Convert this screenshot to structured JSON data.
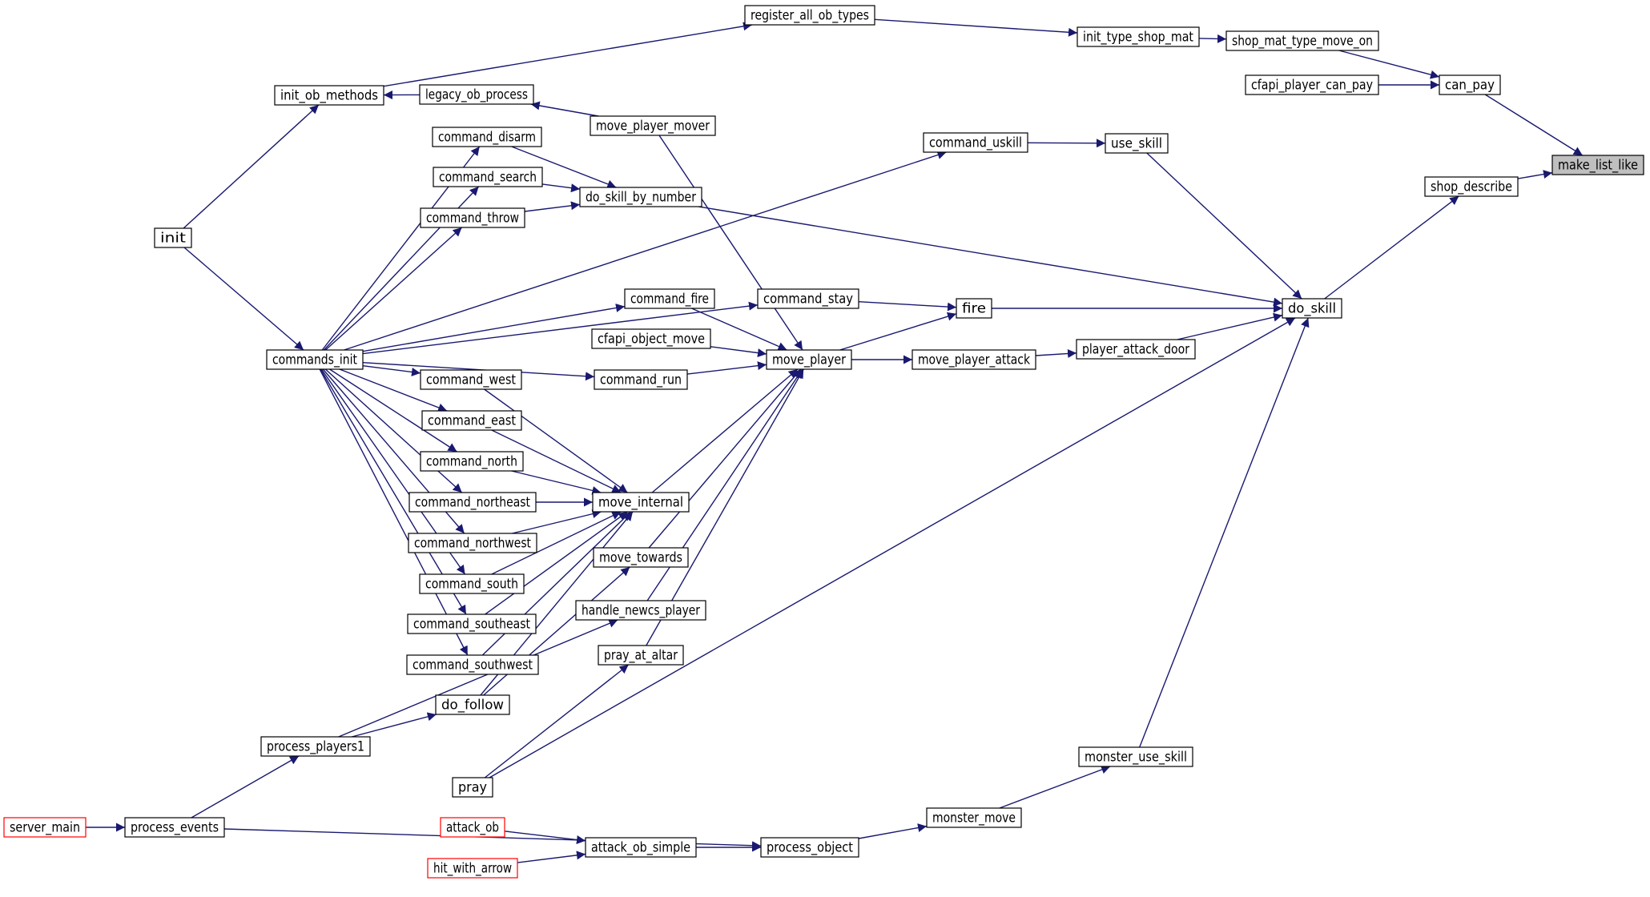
{
  "colors": {
    "edge": "#191970",
    "node_border": "#000000",
    "node_fill": "#ffffff",
    "root_fill": "#bfbfbf",
    "external_border": "#ff0000"
  },
  "nodes": [
    {
      "id": "make_list_like",
      "label": "make_list_like",
      "kind": "root"
    },
    {
      "id": "can_pay",
      "label": "can_pay",
      "kind": "normal"
    },
    {
      "id": "shop_describe",
      "label": "shop_describe",
      "kind": "normal"
    },
    {
      "id": "shop_mat_type_move_on",
      "label": "shop_mat_type_move_on",
      "kind": "normal"
    },
    {
      "id": "cfapi_player_can_pay",
      "label": "cfapi_player_can_pay",
      "kind": "normal"
    },
    {
      "id": "init_type_shop_mat",
      "label": "init_type_shop_mat",
      "kind": "normal"
    },
    {
      "id": "register_all_ob_types",
      "label": "register_all_ob_types",
      "kind": "normal"
    },
    {
      "id": "init_ob_methods",
      "label": "init_ob_methods",
      "kind": "normal"
    },
    {
      "id": "legacy_ob_process",
      "label": "legacy_ob_process",
      "kind": "normal"
    },
    {
      "id": "init",
      "label": "init",
      "kind": "normal"
    },
    {
      "id": "commands_init",
      "label": "commands_init",
      "kind": "normal"
    },
    {
      "id": "do_skill",
      "label": "do_skill",
      "kind": "normal"
    },
    {
      "id": "use_skill",
      "label": "use_skill",
      "kind": "normal"
    },
    {
      "id": "command_uskill",
      "label": "command_uskill",
      "kind": "normal"
    },
    {
      "id": "do_skill_by_number",
      "label": "do_skill_by_number",
      "kind": "normal"
    },
    {
      "id": "move_player_mover",
      "label": "move_player_mover",
      "kind": "normal"
    },
    {
      "id": "command_disarm",
      "label": "command_disarm",
      "kind": "normal"
    },
    {
      "id": "command_search",
      "label": "command_search",
      "kind": "normal"
    },
    {
      "id": "command_throw",
      "label": "command_throw",
      "kind": "normal"
    },
    {
      "id": "fire",
      "label": "fire",
      "kind": "normal"
    },
    {
      "id": "command_stay",
      "label": "command_stay",
      "kind": "normal"
    },
    {
      "id": "command_fire",
      "label": "command_fire",
      "kind": "normal"
    },
    {
      "id": "cfapi_object_move",
      "label": "cfapi_object_move",
      "kind": "normal"
    },
    {
      "id": "command_run",
      "label": "command_run",
      "kind": "normal"
    },
    {
      "id": "move_player",
      "label": "move_player",
      "kind": "normal"
    },
    {
      "id": "move_player_attack",
      "label": "move_player_attack",
      "kind": "normal"
    },
    {
      "id": "player_attack_door",
      "label": "player_attack_door",
      "kind": "normal"
    },
    {
      "id": "command_west",
      "label": "command_west",
      "kind": "normal"
    },
    {
      "id": "command_east",
      "label": "command_east",
      "kind": "normal"
    },
    {
      "id": "command_north",
      "label": "command_north",
      "kind": "normal"
    },
    {
      "id": "command_northeast",
      "label": "command_northeast",
      "kind": "normal"
    },
    {
      "id": "command_northwest",
      "label": "command_northwest",
      "kind": "normal"
    },
    {
      "id": "command_south",
      "label": "command_south",
      "kind": "normal"
    },
    {
      "id": "command_southeast",
      "label": "command_southeast",
      "kind": "normal"
    },
    {
      "id": "command_southwest",
      "label": "command_southwest",
      "kind": "normal"
    },
    {
      "id": "move_internal",
      "label": "move_internal",
      "kind": "normal"
    },
    {
      "id": "move_towards",
      "label": "move_towards",
      "kind": "normal"
    },
    {
      "id": "handle_newcs_player",
      "label": "handle_newcs_player",
      "kind": "normal"
    },
    {
      "id": "pray_at_altar",
      "label": "pray_at_altar",
      "kind": "normal"
    },
    {
      "id": "do_follow",
      "label": "do_follow",
      "kind": "normal"
    },
    {
      "id": "process_players1",
      "label": "process_players1",
      "kind": "normal"
    },
    {
      "id": "pray",
      "label": "pray",
      "kind": "normal"
    },
    {
      "id": "monster_use_skill",
      "label": "monster_use_skill",
      "kind": "normal"
    },
    {
      "id": "monster_move",
      "label": "monster_move",
      "kind": "normal"
    },
    {
      "id": "process_object",
      "label": "process_object",
      "kind": "normal"
    },
    {
      "id": "attack_ob_simple",
      "label": "attack_ob_simple",
      "kind": "normal"
    },
    {
      "id": "attack_ob",
      "label": "attack_ob",
      "kind": "external"
    },
    {
      "id": "hit_with_arrow",
      "label": "hit_with_arrow",
      "kind": "external"
    },
    {
      "id": "process_events",
      "label": "process_events",
      "kind": "normal"
    },
    {
      "id": "server_main",
      "label": "server_main",
      "kind": "external"
    }
  ],
  "edges": [
    {
      "from": "can_pay",
      "to": "make_list_like"
    },
    {
      "from": "shop_describe",
      "to": "make_list_like"
    },
    {
      "from": "shop_mat_type_move_on",
      "to": "can_pay"
    },
    {
      "from": "cfapi_player_can_pay",
      "to": "can_pay"
    },
    {
      "from": "init_type_shop_mat",
      "to": "shop_mat_type_move_on"
    },
    {
      "from": "register_all_ob_types",
      "to": "init_type_shop_mat"
    },
    {
      "from": "init_ob_methods",
      "to": "register_all_ob_types"
    },
    {
      "from": "init",
      "to": "init_ob_methods"
    },
    {
      "from": "legacy_ob_process",
      "to": "init_ob_methods"
    },
    {
      "from": "move_player_mover",
      "to": "legacy_ob_process"
    },
    {
      "from": "do_skill",
      "to": "shop_describe"
    },
    {
      "from": "use_skill",
      "to": "do_skill"
    },
    {
      "from": "command_uskill",
      "to": "use_skill"
    },
    {
      "from": "commands_init",
      "to": "command_uskill"
    },
    {
      "from": "init",
      "to": "commands_init"
    },
    {
      "from": "do_skill_by_number",
      "to": "do_skill"
    },
    {
      "from": "command_disarm",
      "to": "do_skill_by_number"
    },
    {
      "from": "command_search",
      "to": "do_skill_by_number"
    },
    {
      "from": "command_throw",
      "to": "do_skill_by_number"
    },
    {
      "from": "commands_init",
      "to": "command_disarm"
    },
    {
      "from": "commands_init",
      "to": "command_search"
    },
    {
      "from": "commands_init",
      "to": "command_throw"
    },
    {
      "from": "fire",
      "to": "do_skill"
    },
    {
      "from": "command_stay",
      "to": "fire"
    },
    {
      "from": "move_player",
      "to": "fire"
    },
    {
      "from": "commands_init",
      "to": "command_stay"
    },
    {
      "from": "commands_init",
      "to": "command_fire"
    },
    {
      "from": "commands_init",
      "to": "command_run"
    },
    {
      "from": "command_fire",
      "to": "move_player"
    },
    {
      "from": "cfapi_object_move",
      "to": "move_player"
    },
    {
      "from": "command_run",
      "to": "move_player"
    },
    {
      "from": "move_player_mover",
      "to": "move_player"
    },
    {
      "from": "move_player",
      "to": "move_player_attack"
    },
    {
      "from": "move_player_attack",
      "to": "player_attack_door"
    },
    {
      "from": "player_attack_door",
      "to": "do_skill"
    },
    {
      "from": "move_internal",
      "to": "move_player"
    },
    {
      "from": "move_towards",
      "to": "move_player"
    },
    {
      "from": "handle_newcs_player",
      "to": "move_player"
    },
    {
      "from": "pray_at_altar",
      "to": "move_player"
    },
    {
      "from": "commands_init",
      "to": "command_west"
    },
    {
      "from": "commands_init",
      "to": "command_east"
    },
    {
      "from": "commands_init",
      "to": "command_north"
    },
    {
      "from": "commands_init",
      "to": "command_northeast"
    },
    {
      "from": "commands_init",
      "to": "command_northwest"
    },
    {
      "from": "commands_init",
      "to": "command_south"
    },
    {
      "from": "commands_init",
      "to": "command_southeast"
    },
    {
      "from": "commands_init",
      "to": "command_southwest"
    },
    {
      "from": "command_west",
      "to": "move_internal"
    },
    {
      "from": "command_east",
      "to": "move_internal"
    },
    {
      "from": "command_north",
      "to": "move_internal"
    },
    {
      "from": "command_northeast",
      "to": "move_internal"
    },
    {
      "from": "command_northwest",
      "to": "move_internal"
    },
    {
      "from": "command_south",
      "to": "move_internal"
    },
    {
      "from": "command_southeast",
      "to": "move_internal"
    },
    {
      "from": "command_southwest",
      "to": "move_internal"
    },
    {
      "from": "do_follow",
      "to": "move_internal"
    },
    {
      "from": "do_follow",
      "to": "move_towards"
    },
    {
      "from": "process_players1",
      "to": "do_follow"
    },
    {
      "from": "process_players1",
      "to": "handle_newcs_player"
    },
    {
      "from": "pray",
      "to": "pray_at_altar"
    },
    {
      "from": "pray",
      "to": "do_skill"
    },
    {
      "from": "process_events",
      "to": "process_players1"
    },
    {
      "from": "monster_use_skill",
      "to": "do_skill"
    },
    {
      "from": "monster_move",
      "to": "monster_use_skill"
    },
    {
      "from": "process_object",
      "to": "monster_move"
    },
    {
      "from": "attack_ob_simple",
      "to": "process_object"
    },
    {
      "from": "attack_ob",
      "to": "attack_ob_simple"
    },
    {
      "from": "hit_with_arrow",
      "to": "attack_ob_simple"
    },
    {
      "from": "process_events",
      "to": "process_object"
    },
    {
      "from": "server_main",
      "to": "process_events"
    }
  ]
}
